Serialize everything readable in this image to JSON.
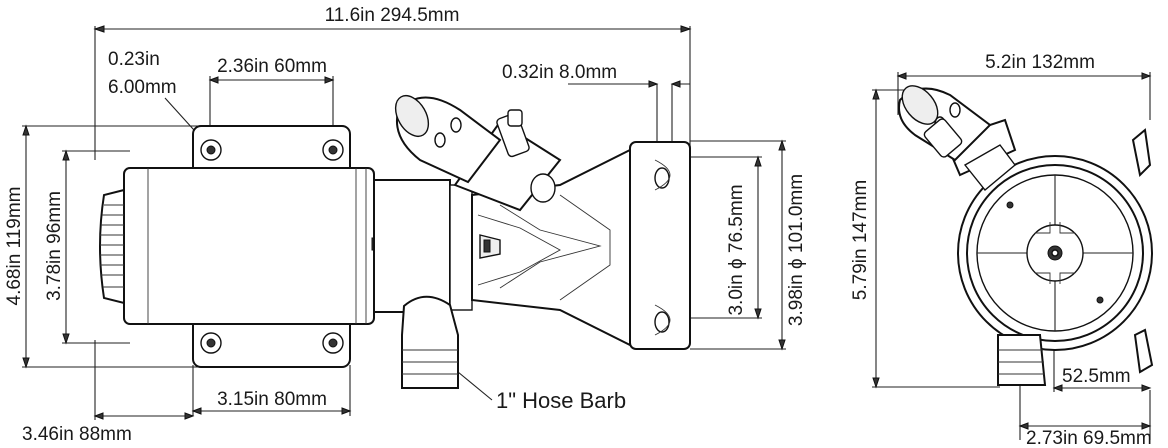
{
  "dimensions": {
    "overall_length": "11.6in 294.5mm",
    "bolt_hole_in": "0.23in",
    "bolt_hole_mm": "6.00mm",
    "bolt_spacing_top": "2.36in 60mm",
    "flange_thickness": "0.32in 8.0mm",
    "base_height": "4.68in 119mm",
    "body_height": "3.78in 96mm",
    "bore_inner_in": "3.0in",
    "bore_inner_mm": "ϕ 76.5mm",
    "bore_outer_in": "3.98in",
    "bore_outer_mm": "ϕ 101.0mm",
    "bolt_spacing_bottom": "3.15in 80mm",
    "base_depth": "3.46in 88mm",
    "hose_barb": "1\" Hose Barb",
    "side_width": "5.2in 132mm",
    "side_height": "5.79in 147mm",
    "side_offset": "52.5mm",
    "side_depth": "2.73in 69.5mm"
  },
  "colors": {
    "line": "#222222",
    "background": "#ffffff"
  }
}
